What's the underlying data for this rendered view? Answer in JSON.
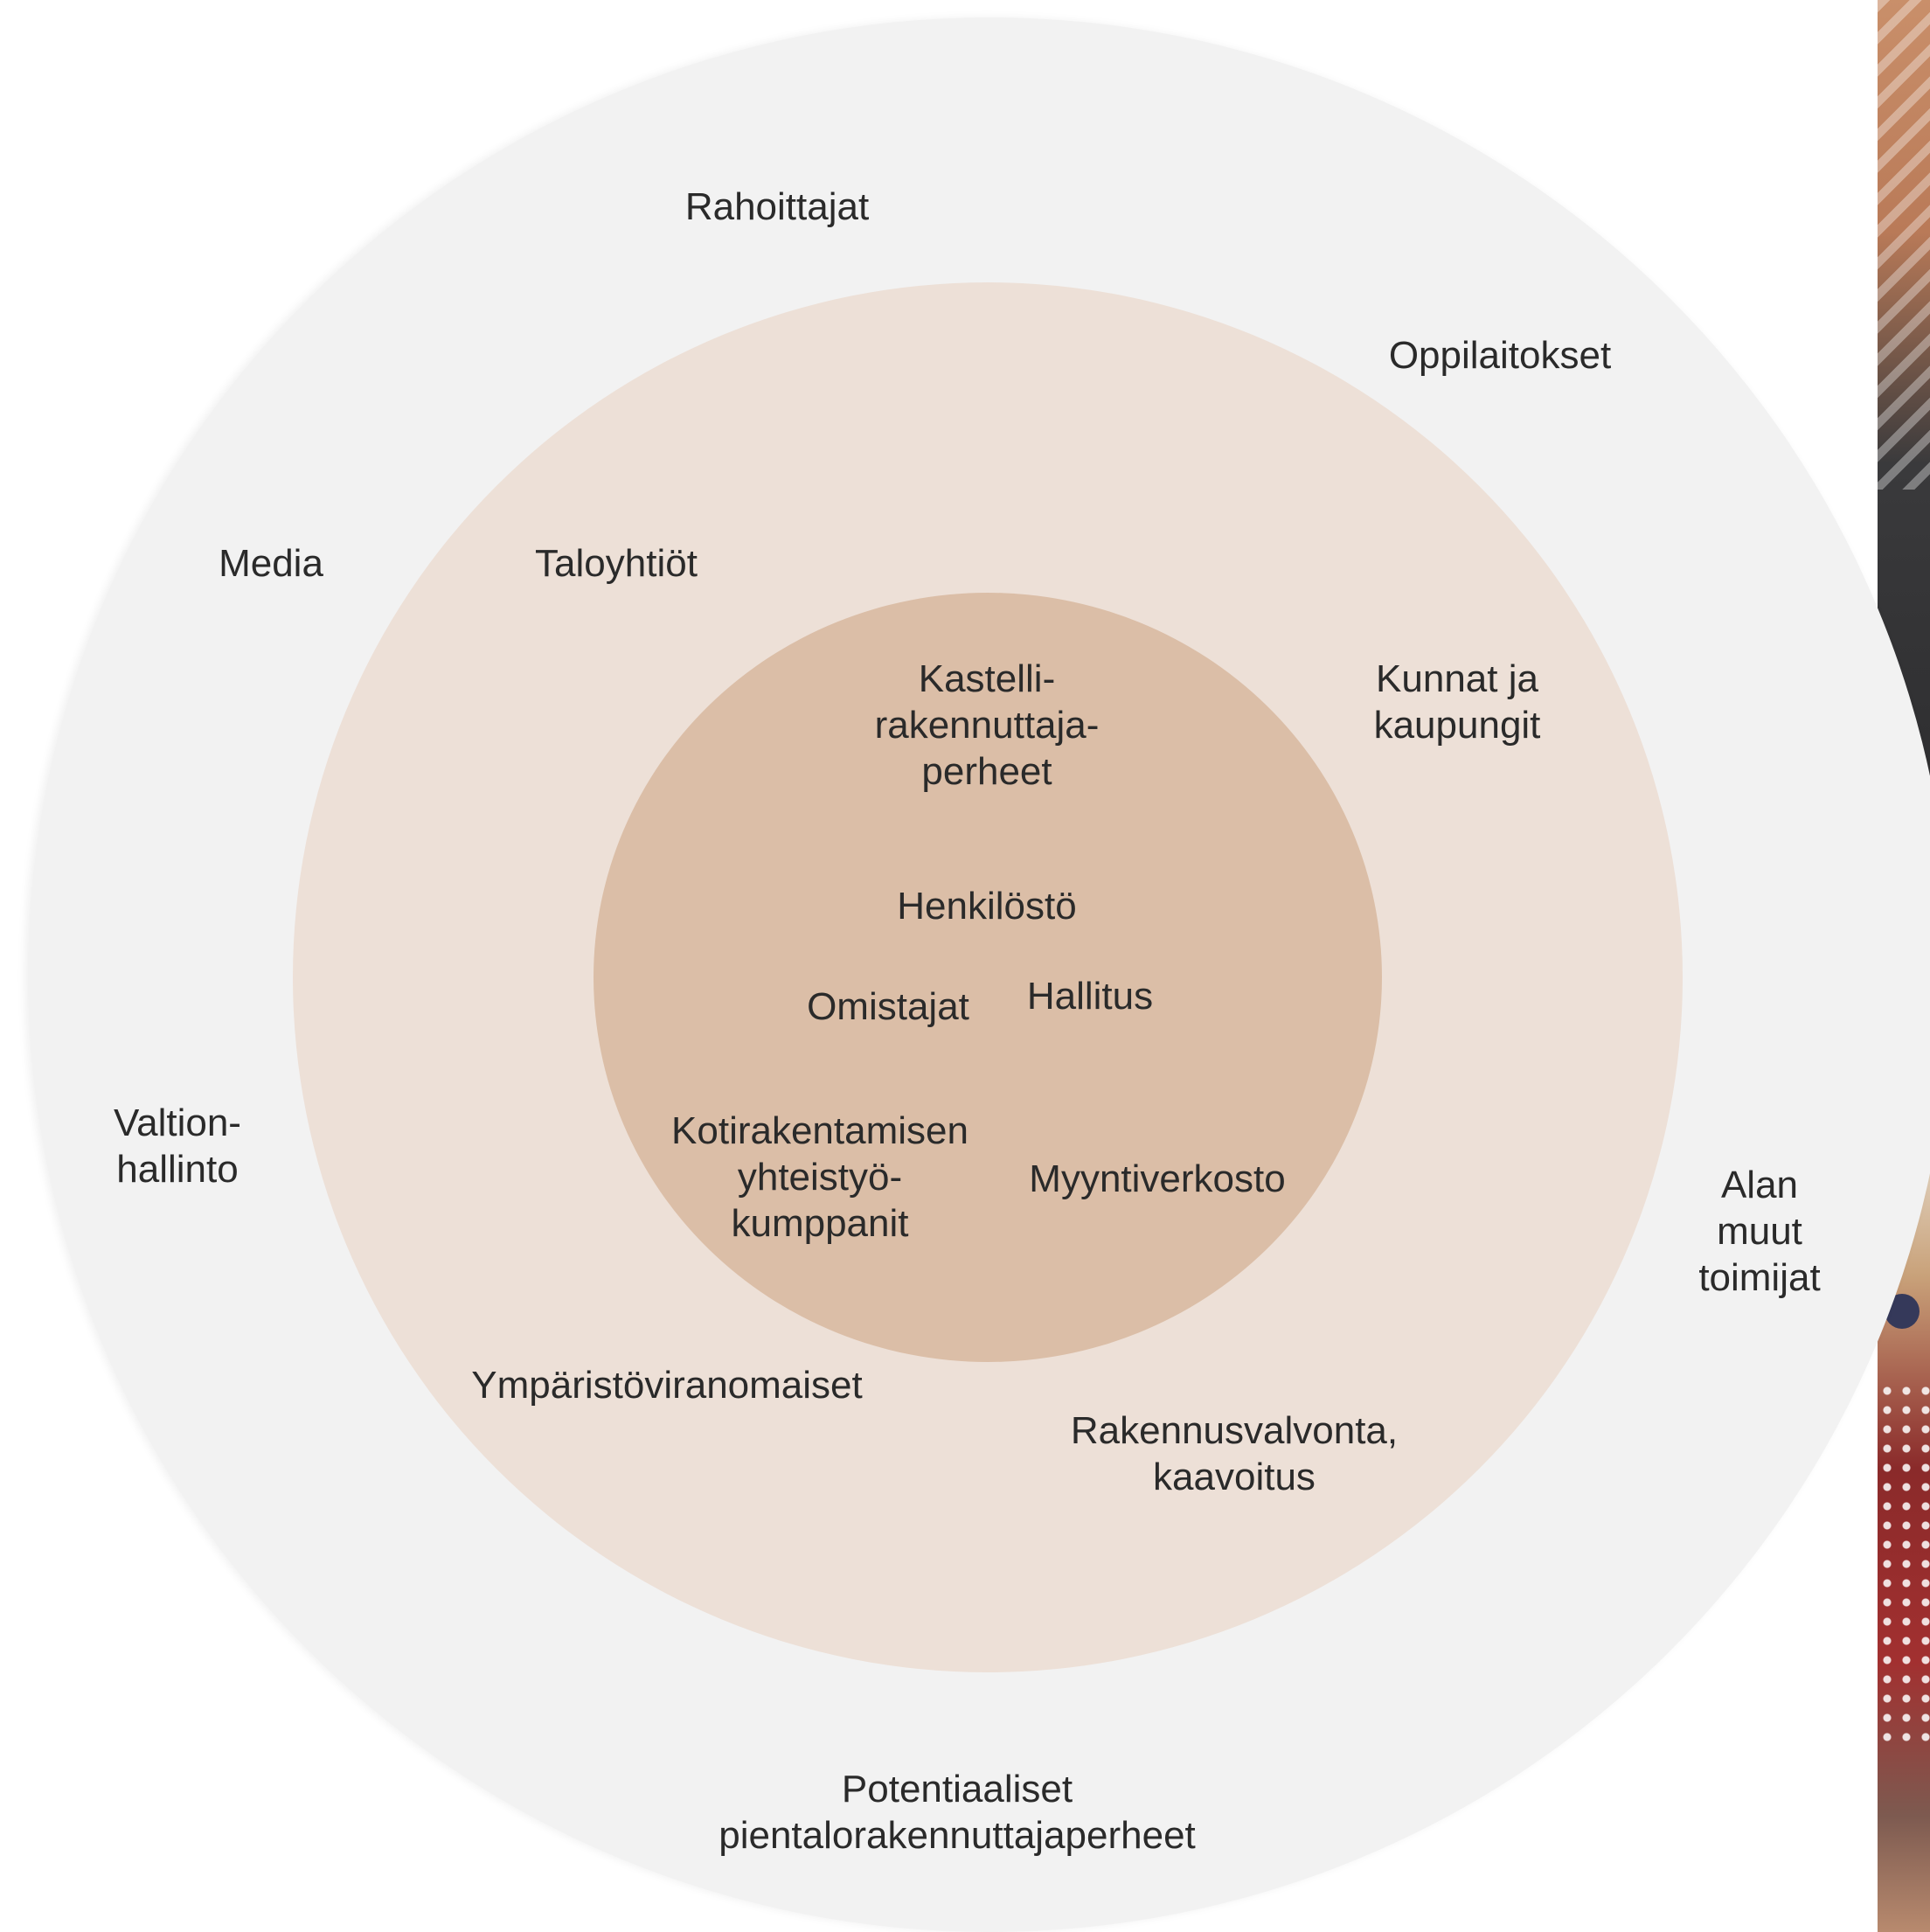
{
  "diagram": {
    "outer_ring_labels": {
      "rahoittajat": "Rahoittajat",
      "oppilaitokset": "Oppilaitokset",
      "media": "Media",
      "valtionhallinto": "Valtion-\nhallinto",
      "alan_muut_toimijat": "Alan\nmuut\ntoimijat",
      "potentiaaliset": "Potentiaaliset\npientalorakennuttajaperheet"
    },
    "middle_ring_labels": {
      "taloyhtiot": "Taloyhtiöt",
      "kunnat": "Kunnat ja\nkaupungit",
      "ymparistoviranomaiset": "Ympäristöviranomaiset",
      "rakennusvalvonta": "Rakennusvalvonta,\nkaavoitus"
    },
    "inner_circle_labels": {
      "kastelli": "Kastelli-\nrakennuttaja-\nperheet",
      "henkilosto": "Henkilöstö",
      "omistajat": "Omistajat",
      "hallitus": "Hallitus",
      "kotirakentamisen": "Kotirakentamisen\nyhteistyö-\nkumppanit",
      "myyntiverkosto": "Myyntiverkosto"
    },
    "colors": {
      "outer": "#f2f2f2",
      "middle": "#ede0d7",
      "inner": "#dbbea7"
    }
  }
}
